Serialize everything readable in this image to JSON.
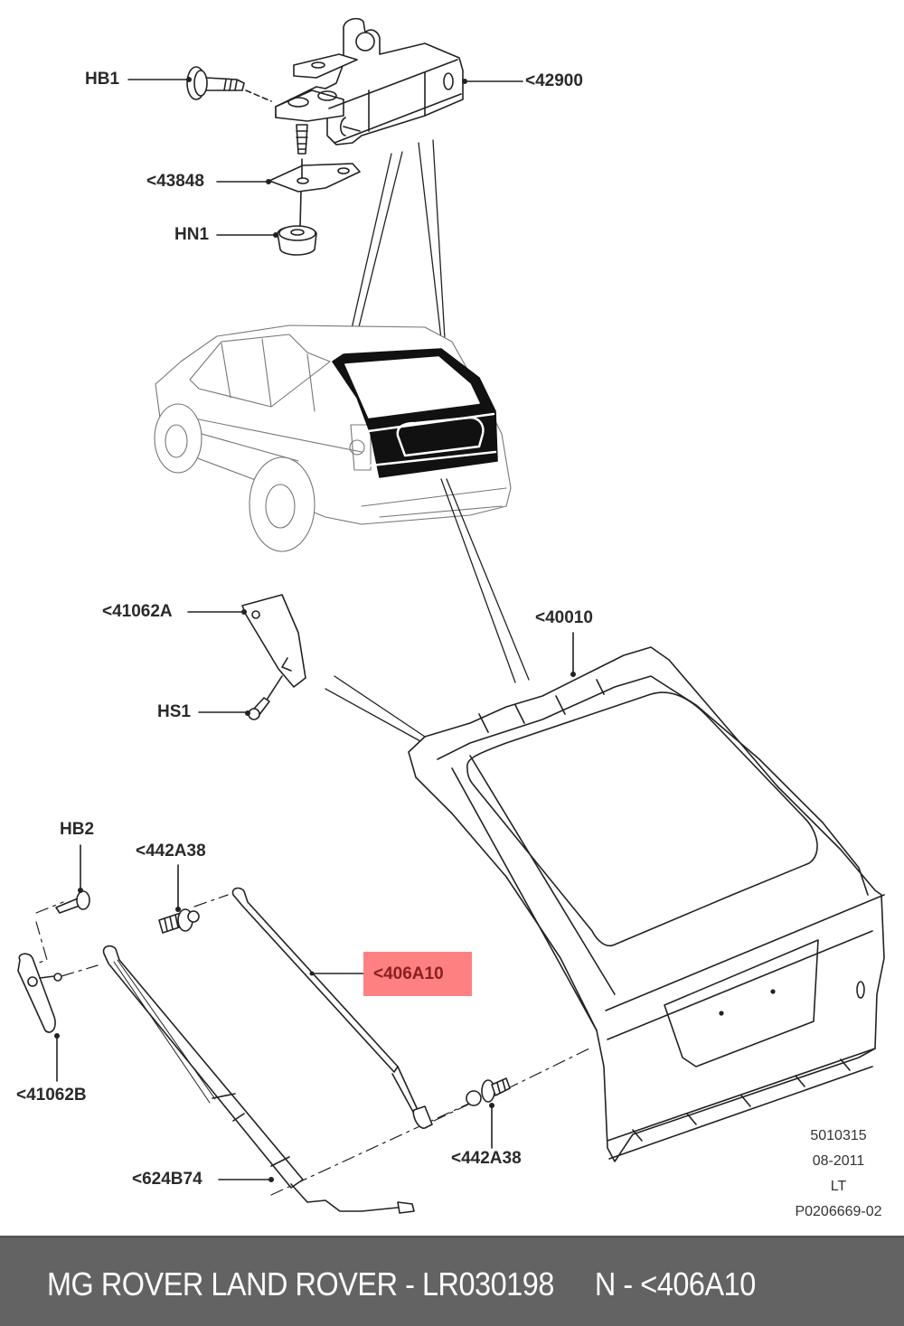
{
  "diagram": {
    "callouts": {
      "hb1": "HB1",
      "p42900": "<42900",
      "p43848": "<43848",
      "hn1": "HN1",
      "p41062a": "<41062A",
      "hs1": "HS1",
      "p40010": "<40010",
      "hb2": "HB2",
      "p442a38_top": "<442A38",
      "p406a10": "<406A10",
      "p41062b": "<41062B",
      "p442a38_bottom": "<442A38",
      "p624b74": "<624B74"
    },
    "highlighted_part": "<406A10",
    "highlight_color": "#ff8080",
    "meta": {
      "code": "5010315",
      "date": "08-2011",
      "side": "LT",
      "illustration_id": "P0206669-02"
    }
  },
  "footer": {
    "brand": "MG ROVER LAND ROVER - LR030198",
    "part_ref": "N - <406A10",
    "background": "#636363"
  }
}
